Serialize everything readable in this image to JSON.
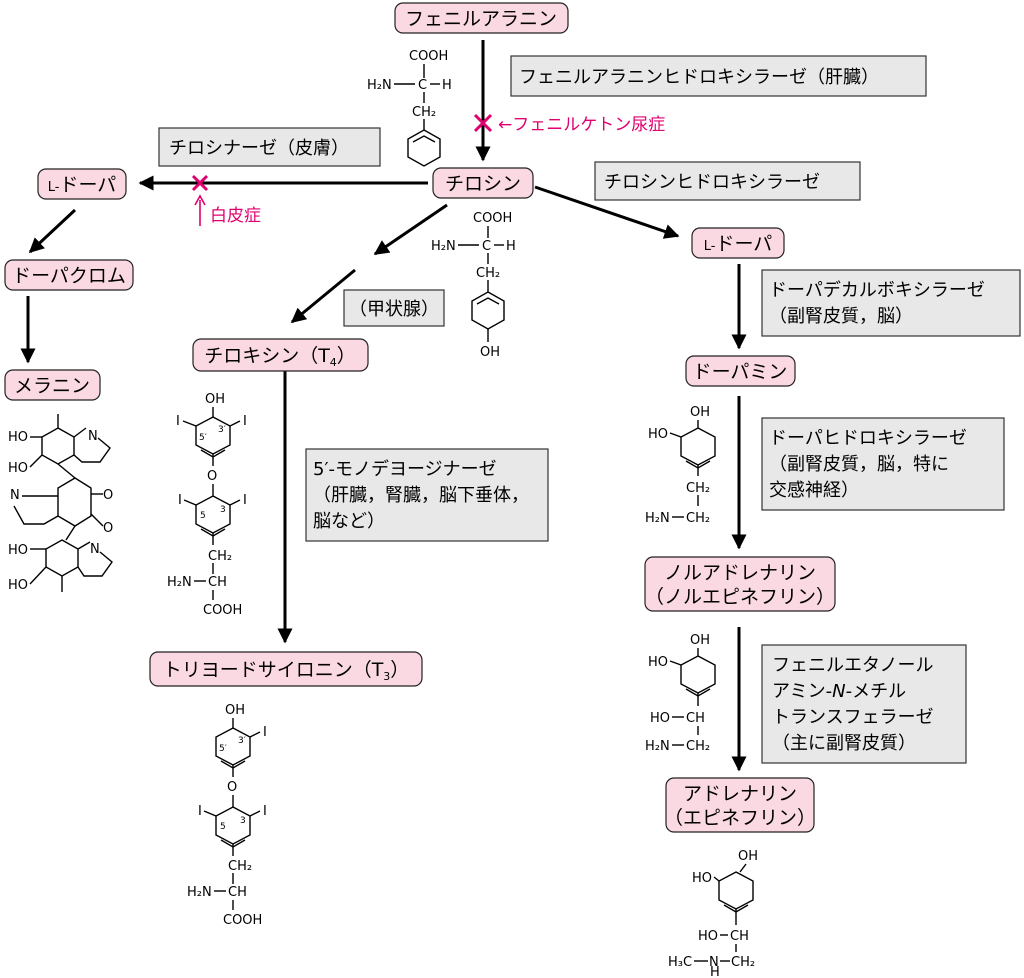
{
  "nodes": {
    "phenylalanine": "フェニルアラニン",
    "tyrosine": "チロシン",
    "ldopa_left_prefix": "L-",
    "ldopa_left_main": "ドーパ",
    "ldopa_right_prefix": "L-",
    "ldopa_right_main": "ドーパ",
    "dopachrome": "ドーパクロム",
    "melanin": "メラニン",
    "thyroxine_main": "チロキシン（T",
    "thyroxine_sub": "4",
    "thyroxine_end": "）",
    "triiodothyronine_main": "トリヨードサイロニン（T",
    "triiodothyronine_sub": "3",
    "triiodothyronine_end": "）",
    "dopamine": "ドーパミン",
    "noradrenaline_line1": "ノルアドレナリン",
    "noradrenaline_line2": "（ノルエピネフリン）",
    "adrenaline_line1": "アドレナリン",
    "adrenaline_line2": "（エピネフリン）"
  },
  "enzymes": {
    "pah": "フェニルアラニンヒドロキシラーゼ（肝臓）",
    "tyrosinase": "チロシナーゼ（皮膚）",
    "th": "チロシンヒドロキシラーゼ",
    "thyroid": "（甲状腺）",
    "ddc_line1": "ドーパデカルボキシラーゼ",
    "ddc_line2": "（副腎皮質，脳）",
    "dbh_line1": "ドーパヒドロキシラーゼ",
    "dbh_line2": "（副腎皮質，脳，特に",
    "dbh_line3": "交感神経）",
    "deiodinase_line1": "5′-モノデヨージナーゼ",
    "deiodinase_line2": "（肝臓，腎臓，脳下垂体，",
    "deiodinase_line3": "脳など）",
    "pnmt_line1": "フェニルエタノール",
    "pnmt_line2_a": "アミン-",
    "pnmt_line2_b": "N",
    "pnmt_line2_c": "-メチル",
    "pnmt_line3": "トランスフェラーゼ",
    "pnmt_line4": "（主に副腎皮質）"
  },
  "diseases": {
    "pku": "←フェニルケトン尿症",
    "albinism": "白皮症"
  },
  "chem": {
    "cooh": "COOH",
    "h2n": "H₂N",
    "ch": "C",
    "h": "H",
    "ch2": "CH₂",
    "oh": "OH",
    "ho": "HO",
    "i": "I",
    "o": "O",
    "n": "N",
    "ch_": "CH",
    "nh": "N",
    "h3c": "H₃C",
    "pos5p": "5′",
    "pos3p": "3′",
    "pos5": "5",
    "pos3": "3"
  },
  "colors": {
    "node_fill": "#fbd9e2",
    "enzyme_fill": "#e8e8e8",
    "disease": "#e0006f"
  }
}
